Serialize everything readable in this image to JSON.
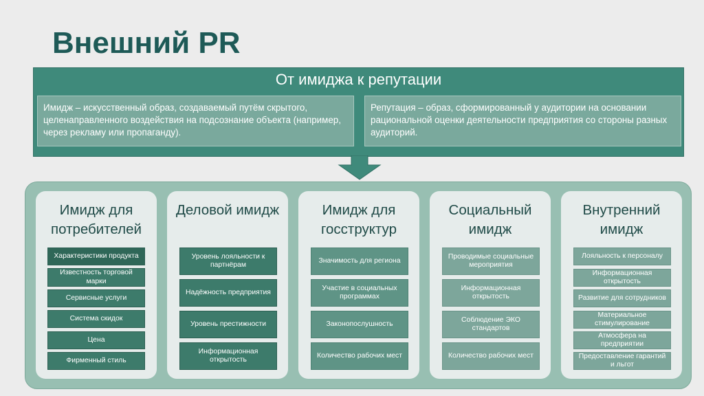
{
  "title": "Внешний PR",
  "top": {
    "header": "От имиджа к репутации",
    "image_def": "Имидж – искусственный образ, создаваемый путём скрытого, целенаправленного воздействия на подсознание объекта (например, через рекламу или пропаганду).",
    "reputation_def": "Репутация – образ, сформированный у аудитории на основании рациональной оценки деятельности предприятия со стороны разных аудиторий."
  },
  "columns": [
    {
      "title": "Имидж для потребителей",
      "items": [
        "Характеристики продукта",
        "Известность торговой марки",
        "Сервисные услуги",
        "Система скидок",
        "Цена",
        "Фирменный стиль"
      ]
    },
    {
      "title": "Деловой имидж",
      "items": [
        "Уровень лояльности к партнёрам",
        "Надёжность предприятия",
        "Уровень престижности",
        "Информационная открытость"
      ]
    },
    {
      "title": "Имидж для госструктур",
      "items": [
        "Значимость для региона",
        "Участие в социальных программах",
        "Законопослушность",
        "Количество рабочих мест"
      ]
    },
    {
      "title": "Социальный имидж",
      "items": [
        "Проводимые социальные мероприятия",
        "Информационная открытость",
        "Соблюдение ЭКО стандартов",
        "Количество рабочих мест"
      ]
    },
    {
      "title": "Внутренний имидж",
      "items": [
        "Лояльность к персоналу",
        "Информационная открытость",
        "Развитие для сотрудников",
        "Материальное стимулирование",
        "Атмосфера на предприятии",
        "Предоставление гарантий и льгот"
      ]
    }
  ]
}
